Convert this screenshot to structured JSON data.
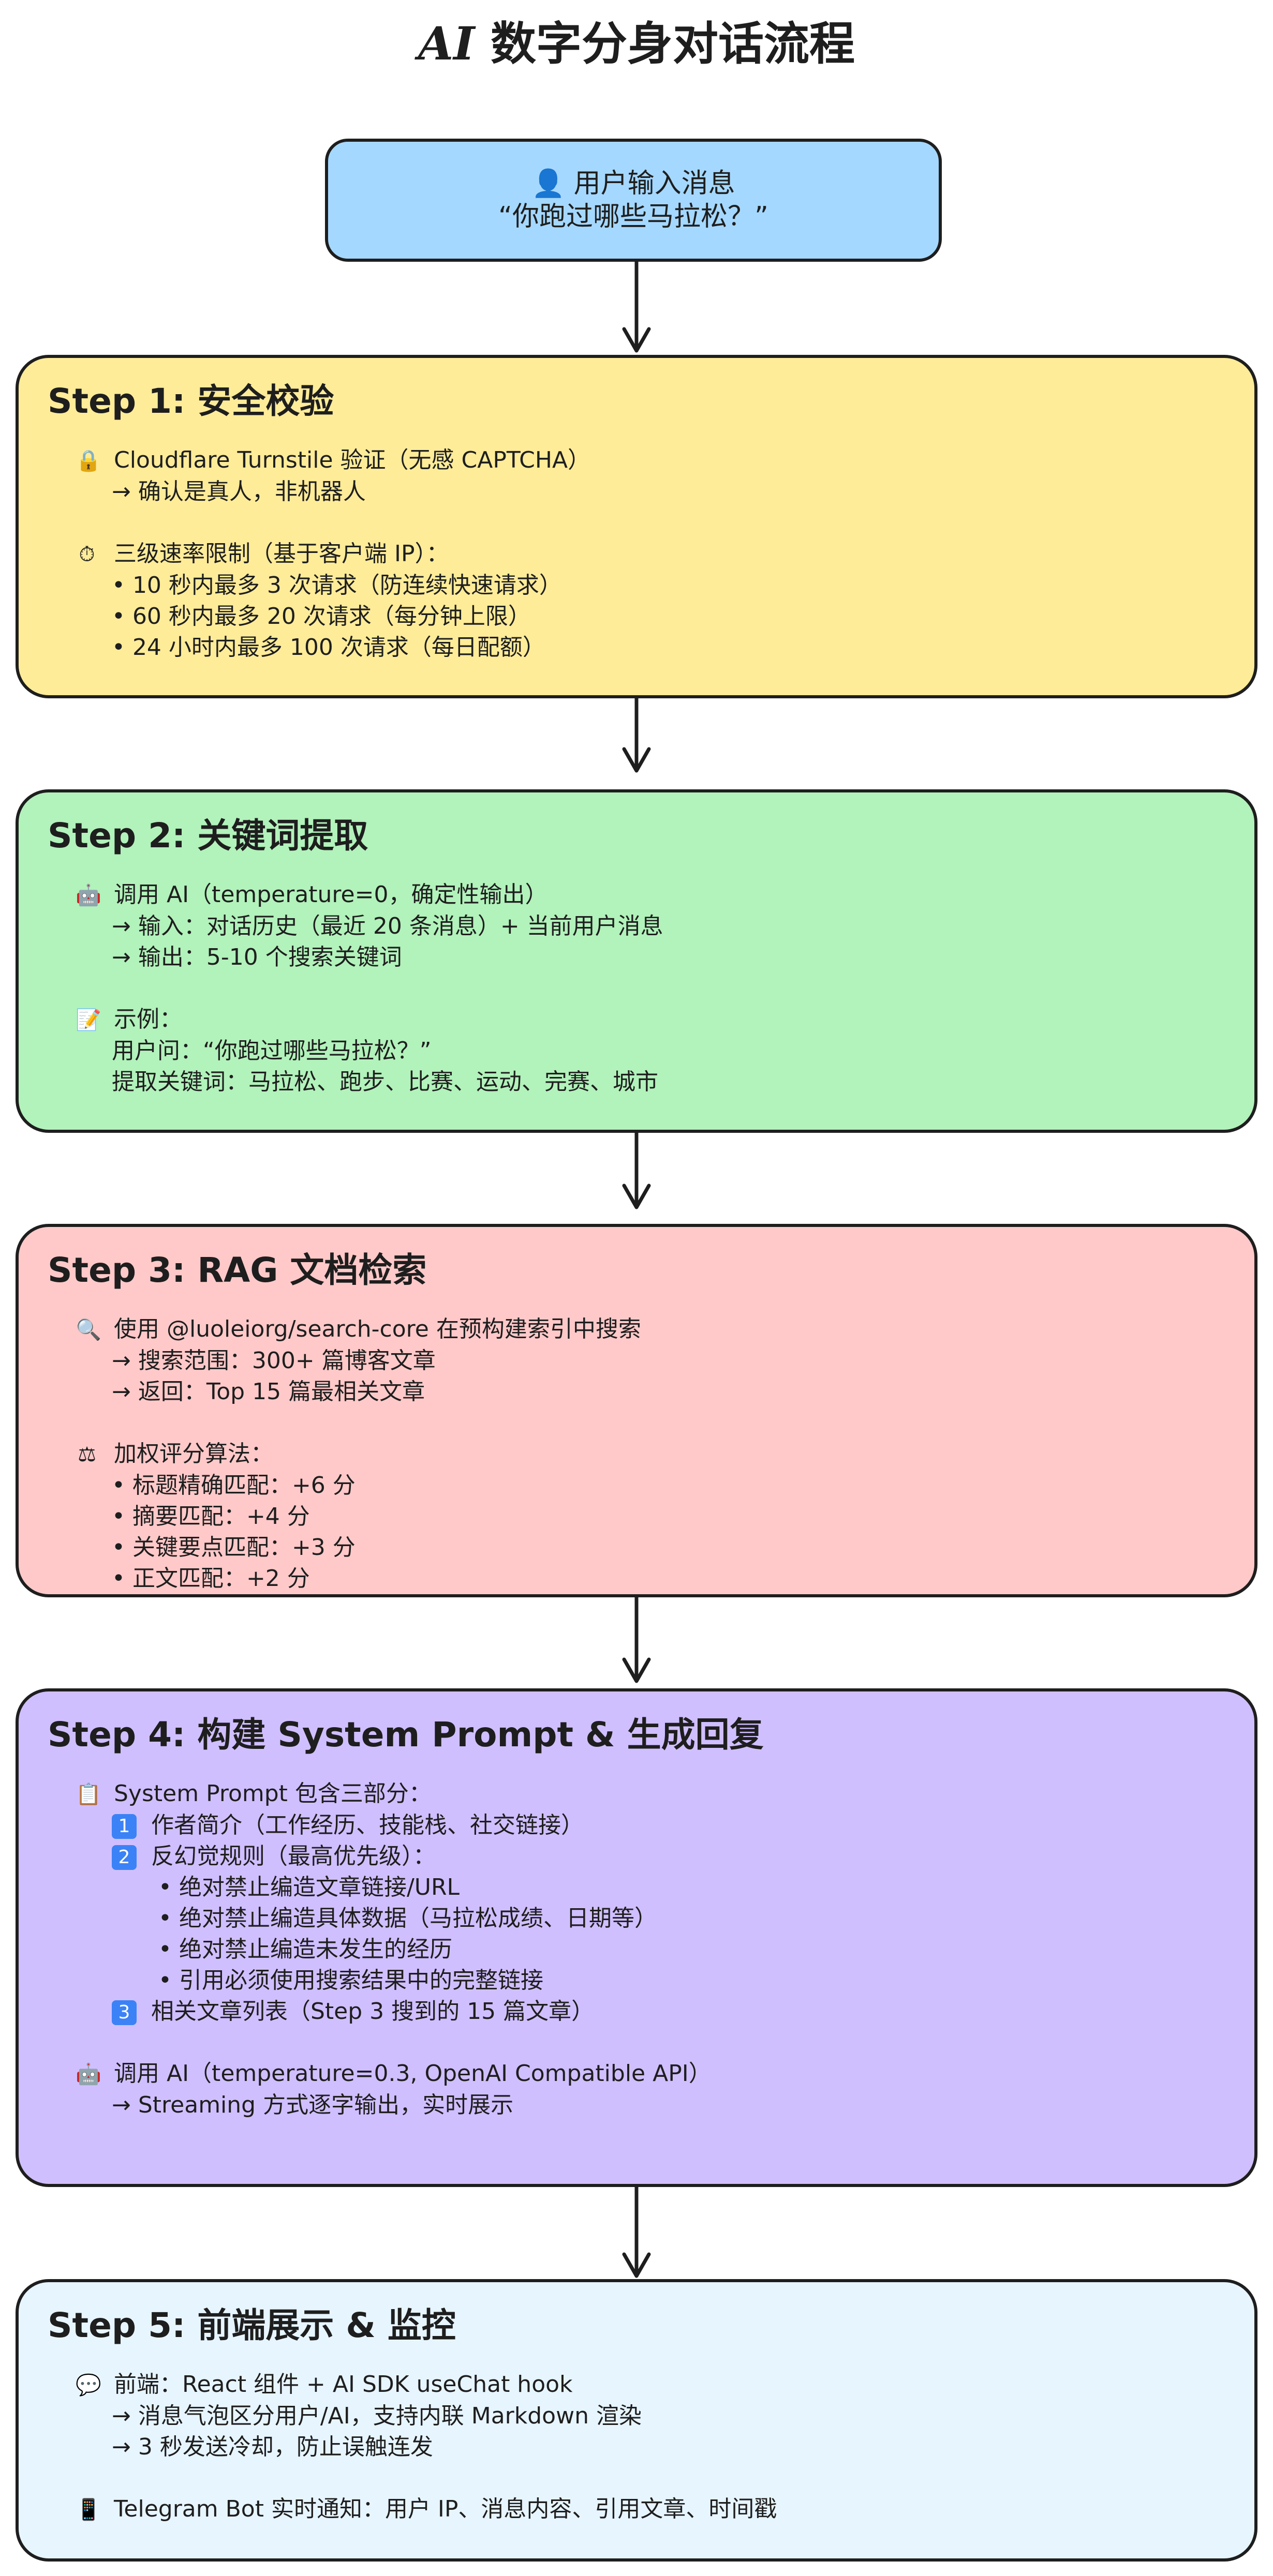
{
  "title_prefix": "AI",
  "title_rest": " 数字分身对话流程",
  "start": {
    "line1": "👤 用户输入消息",
    "line2": "“你跑过哪些马拉松？”"
  },
  "step1": {
    "title": "Step 1: 安全校验",
    "l1": "Cloudflare Turnstile 验证（无感 CAPTCHA）",
    "l2": "→ 确认是真人，非机器人",
    "l3": "三级速率限制（基于客户端 IP）：",
    "l4": "• 10 秒内最多 3 次请求（防连续快速请求）",
    "l5": "• 60 秒内最多 20 次请求（每分钟上限）",
    "l6": "• 24 小时内最多 100 次请求（每日配额）",
    "icon1": "lock-icon",
    "icon2": "stopwatch-icon"
  },
  "step2": {
    "title": "Step 2: 关键词提取",
    "l1": "调用 AI（temperature=0，确定性输出）",
    "l2": "→ 输入：对话历史（最近 20 条消息）+ 当前用户消息",
    "l3": "→ 输出：5-10 个搜索关键词",
    "l4": "示例：",
    "l5": "用户问：“你跑过哪些马拉松？”",
    "l6": "提取关键词：马拉松、跑步、比赛、运动、完赛、城市",
    "icon1": "robot-icon",
    "icon2": "memo-icon"
  },
  "step3": {
    "title": "Step 3: RAG 文档检索",
    "l1": "使用 @luoleiorg/search-core 在预构建索引中搜索",
    "l2": "→ 搜索范围：300+ 篇博客文章",
    "l3": "→ 返回：Top 15 篇最相关文章",
    "l4": "加权评分算法：",
    "l5": "• 标题精确匹配：+6 分",
    "l6": "• 摘要匹配：+4 分",
    "l7": "• 关键要点匹配：+3 分",
    "l8": "• 正文匹配：+2 分",
    "icon1": "magnifier-icon",
    "icon2": "scales-icon"
  },
  "step4": {
    "title": "Step 4: 构建 System Prompt & 生成回复",
    "l1": "System Prompt 包含三部分：",
    "n1": "1",
    "l2": "作者简介（工作经历、技能栈、社交链接）",
    "n2": "2",
    "l3": "反幻觉规则（最高优先级）：",
    "l4": "• 绝对禁止编造文章链接/URL",
    "l5": "• 绝对禁止编造具体数据（马拉松成绩、日期等）",
    "l6": "• 绝对禁止编造未发生的经历",
    "l7": "• 引用必须使用搜索结果中的完整链接",
    "n3": "3",
    "l8": "相关文章列表（Step 3 搜到的 15 篇文章）",
    "l9": "调用 AI（temperature=0.3, OpenAI Compatible API）",
    "l10": "→ Streaming 方式逐字输出，实时展示",
    "icon1": "clipboard-icon",
    "icon2": "robot-icon"
  },
  "step5": {
    "title": "Step 5: 前端展示 & 监控",
    "l1": "前端：React 组件 + AI SDK useChat hook",
    "l2": "→ 消息气泡区分用户/AI，支持内联 Markdown 渲染",
    "l3": "→ 3 秒发送冷却，防止误触连发",
    "l4": "Telegram Bot 实时通知：用户 IP、消息内容、引用文章、时间戳",
    "icon1": "speech-bubble-icon",
    "icon2": "mobile-phone-icon"
  },
  "colors": {
    "start": "#a5d8ff",
    "step1": "#ffec99",
    "step2": "#b2f2bb",
    "step3": "#ffc9c9",
    "step4": "#d0bfff",
    "step5": "#e7f5ff",
    "stroke": "#1e1e1e"
  }
}
